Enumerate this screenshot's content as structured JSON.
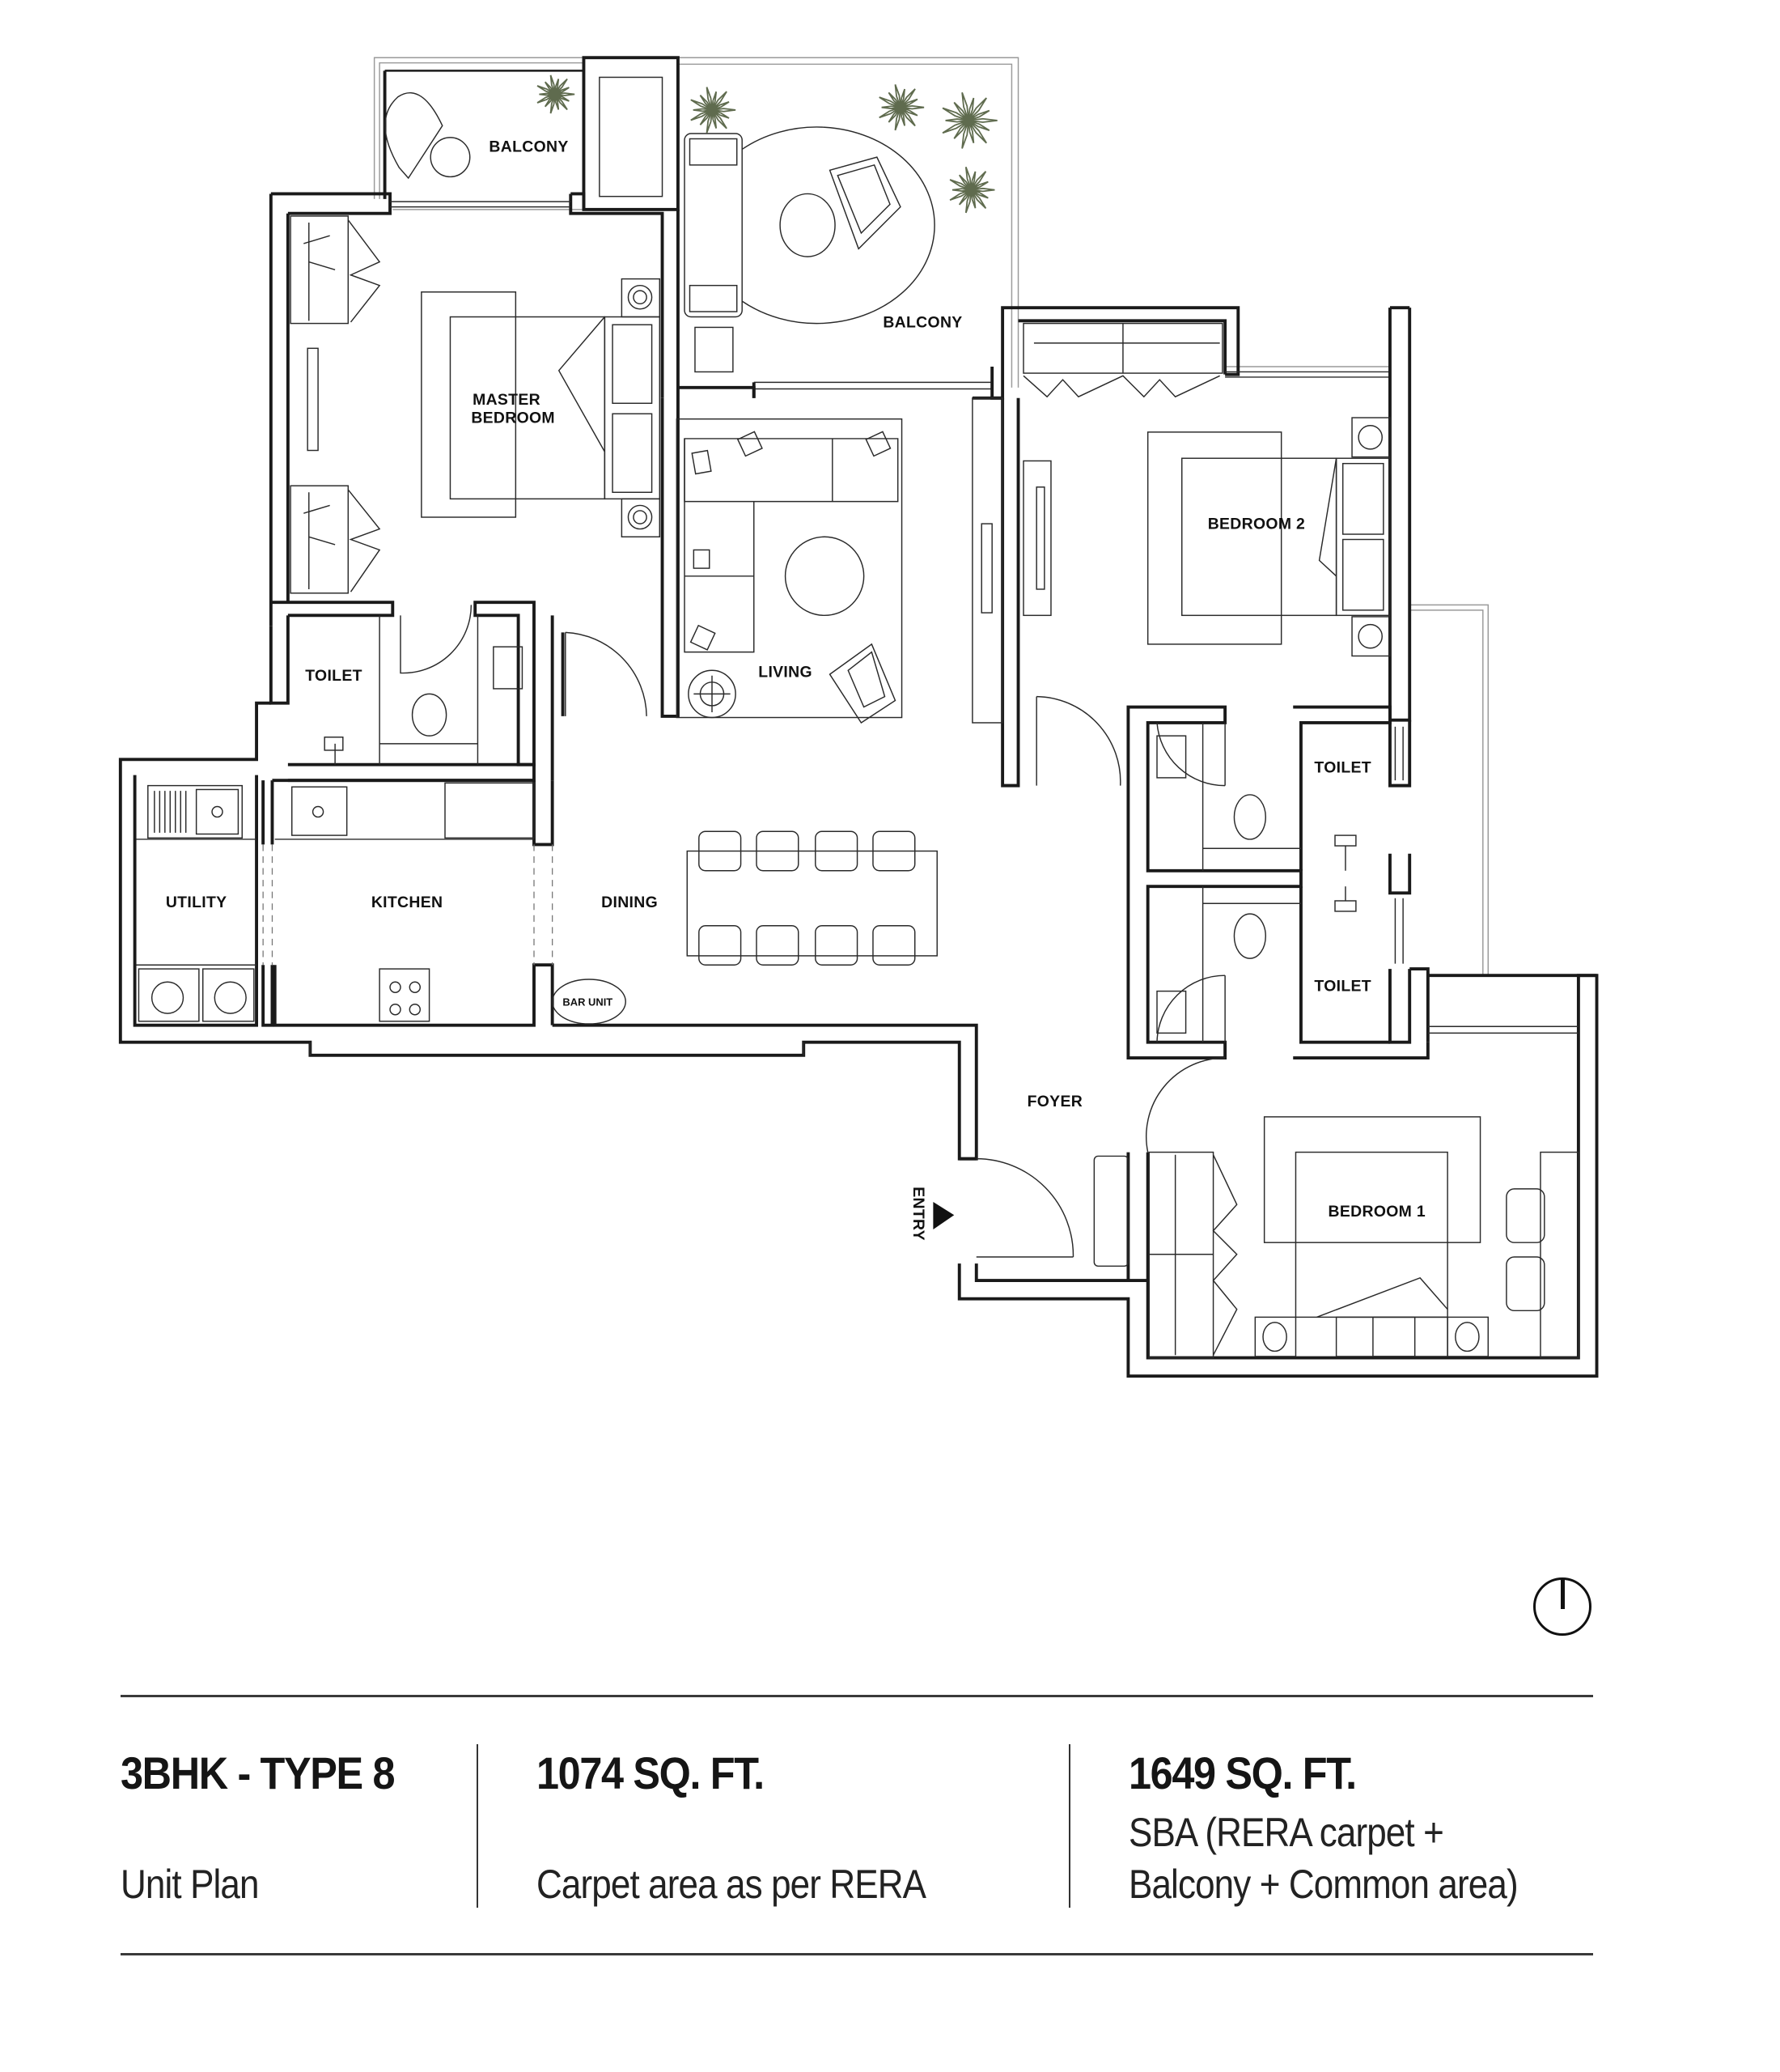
{
  "plan": {
    "rooms": {
      "balcony_small": "BALCONY",
      "balcony_large": "BALCONY",
      "master_bedroom_line1": "MASTER",
      "master_bedroom_line2": "BEDROOM",
      "bedroom2": "BEDROOM 2",
      "toilet_master": "TOILET",
      "living": "LIVING",
      "utility": "UTILITY",
      "kitchen": "KITCHEN",
      "dining": "DINING",
      "bar_unit": "BAR UNIT",
      "toilet_upper": "TOILET",
      "toilet_lower": "TOILET",
      "foyer": "FOYER",
      "bedroom1": "BEDROOM 1",
      "entry": "ENTRY"
    },
    "icons": {
      "entry_marker": "triangle-right",
      "north_arrow": "north-arrow-icon"
    },
    "colors": {
      "walls": "#1a1a1a",
      "plants": "#5f6b4e",
      "balcony_railing": "#9a9a9a"
    }
  },
  "footer": {
    "unit_type": "3BHK - TYPE 8",
    "unit_caption": "Unit Plan",
    "carpet_area": "1074 SQ. FT.",
    "carpet_caption": "Carpet area as per RERA",
    "sba_area": "1649 SQ. FT.",
    "sba_caption_line1": "SBA (RERA carpet +",
    "sba_caption_line2": "Balcony + Common area)"
  }
}
